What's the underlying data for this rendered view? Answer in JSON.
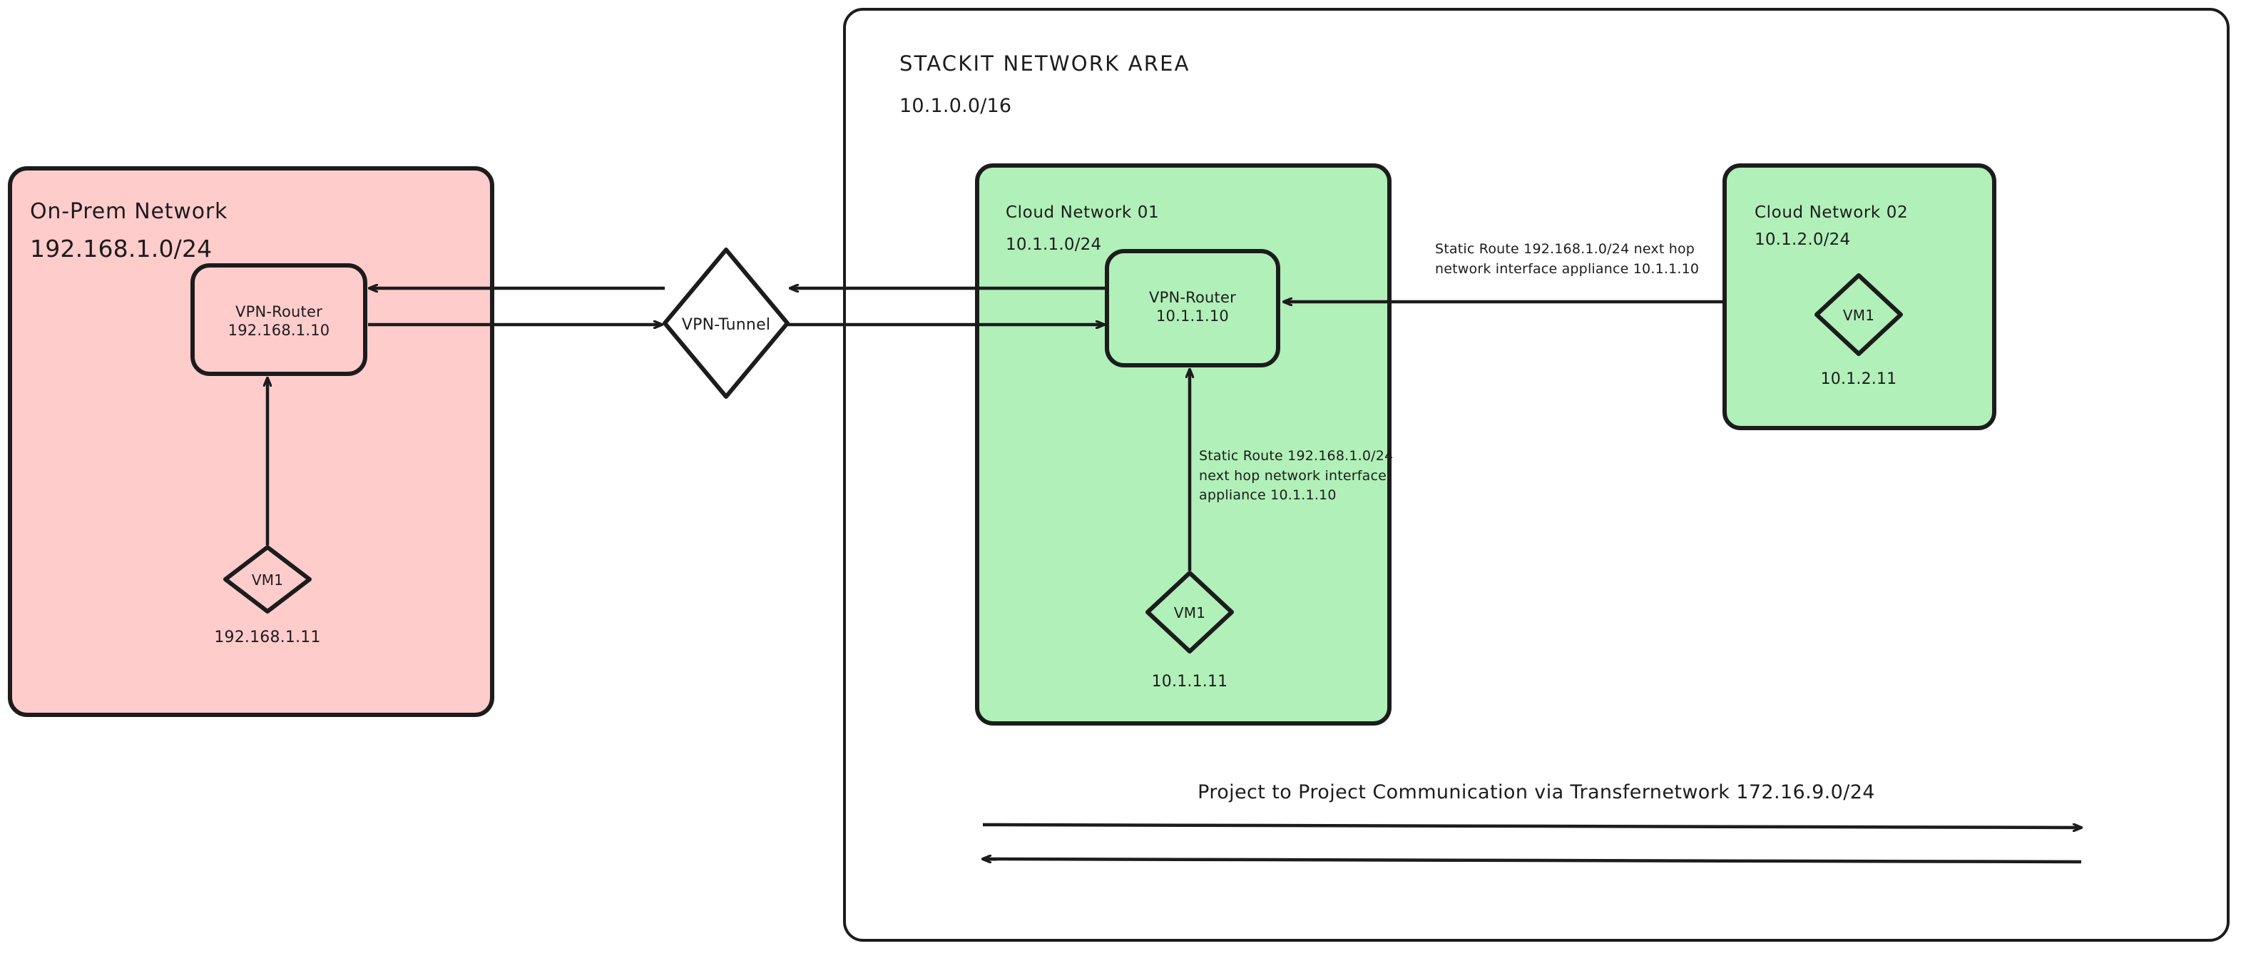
{
  "diagram": {
    "title": "Network architecture: On-Prem to STACKIT Network Area",
    "colors": {
      "onprem_fill": "#FFCCCC",
      "cloud_fill": "#B1F0B9",
      "stroke": "#1c1c1c",
      "background": "#FFFFFF"
    },
    "onprem": {
      "title": "On-Prem Network",
      "cidr": "192.168.1.0/24",
      "router": {
        "name": "VPN-Router",
        "ip": "192.168.1.10"
      },
      "vm": {
        "name": "VM1",
        "ip": "192.168.1.11"
      }
    },
    "tunnel": {
      "label": "VPN-Tunnel"
    },
    "network_area": {
      "title": "STACKIT NETWORK AREA",
      "cidr": "10.1.0.0/16"
    },
    "cloud_network_01": {
      "title": "Cloud Network 01",
      "cidr": "10.1.1.0/24",
      "router": {
        "name": "VPN-Router",
        "ip": "10.1.1.10"
      },
      "vm": {
        "name": "VM1",
        "ip": "10.1.1.11"
      },
      "static_route": "Static Route 192.168.1.0/24\nnext hop network interface\nappliance 10.1.1.10"
    },
    "cloud_network_02": {
      "title": "Cloud Network 02",
      "cidr": "10.1.2.0/24",
      "vm": {
        "name": "VM1",
        "ip": "10.1.2.11"
      },
      "static_route": "Static Route 192.168.1.0/24 next hop\nnetwork interface appliance 10.1.1.10"
    },
    "bottom_note": "Project to Project Communication via Transfernetwork 172.16.9.0/24"
  }
}
